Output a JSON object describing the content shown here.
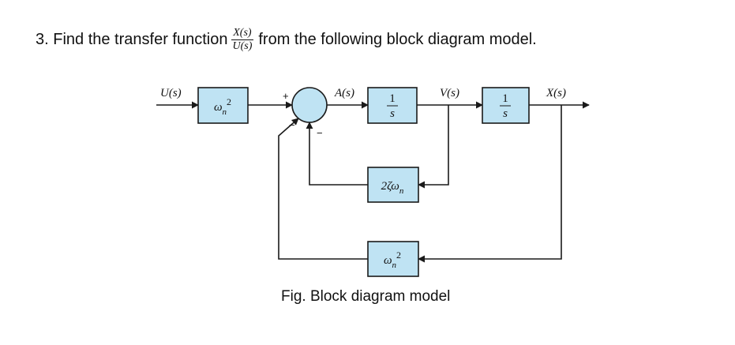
{
  "question": {
    "prefix": "3. Find the transfer function",
    "fraction_num": "X(s)",
    "fraction_den": "U(s)",
    "suffix": "from the following block diagram model."
  },
  "diagram": {
    "signals": {
      "input": "U(s)",
      "summer_out": "A(s)",
      "velocity": "V(s)",
      "output": "X(s)"
    },
    "signs": {
      "plus": "+",
      "minus_inner": "−",
      "minus_outer": "−"
    },
    "blocks": {
      "input_gain": {
        "base": "ω",
        "sub": "n",
        "sup": "2"
      },
      "integrator1": {
        "num": "1",
        "den": "s"
      },
      "integrator2": {
        "num": "1",
        "den": "s"
      },
      "damping": {
        "prefix": "2ζω",
        "sub": "n"
      },
      "feedback_gain": {
        "base": "ω",
        "sub": "n",
        "sup": "2"
      }
    },
    "colors": {
      "block_fill": "#bfe3f3",
      "line": "#1a1a1a"
    }
  },
  "caption": "Fig. Block diagram model"
}
